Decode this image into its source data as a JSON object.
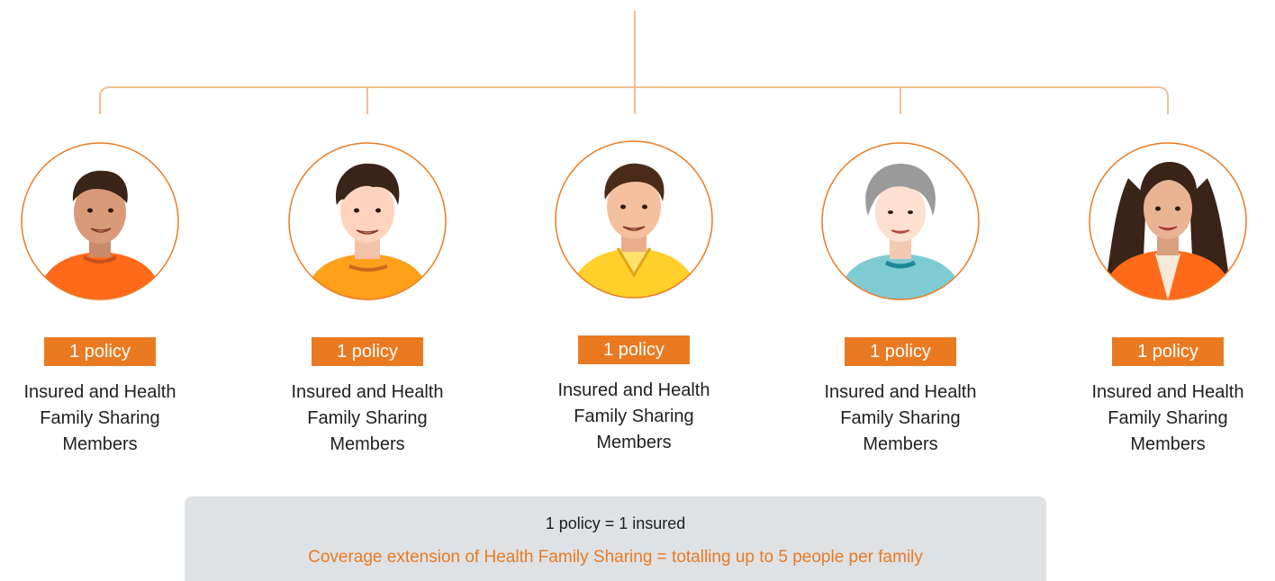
{
  "colors": {
    "accent": "#ea7a22",
    "connector": "#f0bf94",
    "summary_bg": "#dfe2e5",
    "text": "#1f1f1f"
  },
  "members": [
    {
      "badge": "1 policy",
      "desc_line1": "Insured and Health",
      "desc_line2": "Family Sharing",
      "desc_line3": "Members",
      "portrait": "young-man-orange-shirt-icon"
    },
    {
      "badge": "1 policy",
      "desc_line1": "Insured and Health",
      "desc_line2": "Family Sharing",
      "desc_line3": "Members",
      "portrait": "teen-boy-amber-shirt-icon"
    },
    {
      "badge": "1 policy",
      "desc_line1": "Insured and Health",
      "desc_line2": "Family Sharing",
      "desc_line3": "Members",
      "portrait": "man-yellow-shirt-icon"
    },
    {
      "badge": "1 policy",
      "desc_line1": "Insured and Health",
      "desc_line2": "Family Sharing",
      "desc_line3": "Members",
      "portrait": "grandmother-blue-shirt-icon"
    },
    {
      "badge": "1 policy",
      "desc_line1": "Insured and Health",
      "desc_line2": "Family Sharing",
      "desc_line3": "Members",
      "portrait": "woman-orange-blazer-icon"
    }
  ],
  "summary": {
    "line1": "1 policy = 1 insured",
    "line2": "Coverage extension of Health Family Sharing = totalling up to 5 people per family"
  }
}
